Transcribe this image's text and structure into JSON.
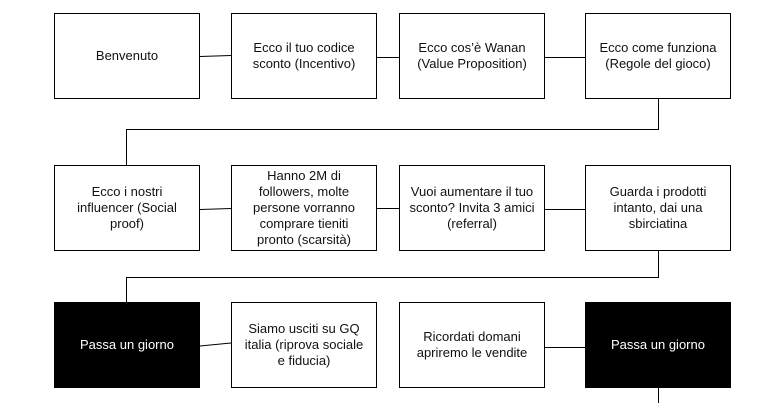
{
  "colors": {
    "box_border": "#000000",
    "box_fill": "#ffffff",
    "dark_fill": "#000000",
    "dark_text": "#ffffff",
    "text": "#111111",
    "line": "#000000"
  },
  "nodes": [
    {
      "text": "Benvenuto",
      "dark": false
    },
    {
      "text": "Ecco il tuo codice\nsconto (Incentivo)",
      "dark": false
    },
    {
      "text": "Ecco cos’è Wanan\n(Value Proposition)",
      "dark": false
    },
    {
      "text": "Ecco come funziona\n(Regole del gioco)",
      "dark": false
    },
    {
      "text": "Ecco i nostri\ninfluencer (Social\nproof)",
      "dark": false
    },
    {
      "text": "Hanno 2M di\nfollowers, molte\npersone vorranno\ncomprare tieniti\npronto (scarsità)",
      "dark": false
    },
    {
      "text": "Vuoi aumentare il tuo\nsconto? Invita 3 amici\n(referral)",
      "dark": false
    },
    {
      "text": "Guarda i prodotti\nintanto, dai una\nsbirciatina",
      "dark": false
    },
    {
      "text": "Passa un giorno",
      "dark": true
    },
    {
      "text": "Siamo usciti su GQ\nitalia (riprova sociale\ne fiducia)",
      "dark": false
    },
    {
      "text": "Ricordati domani\napriremo le vendite",
      "dark": false
    },
    {
      "text": "Passa un giorno",
      "dark": true
    }
  ]
}
